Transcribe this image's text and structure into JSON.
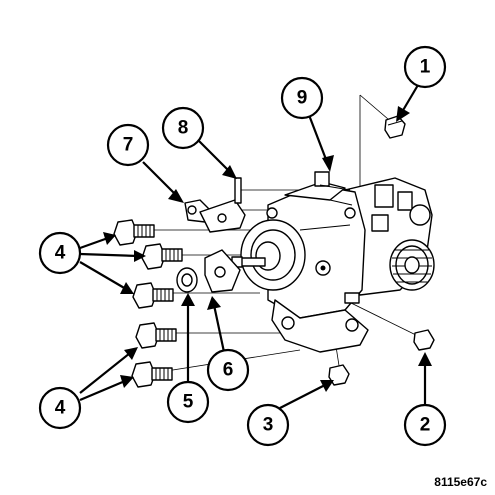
{
  "figure_code": "8115e67c",
  "callouts": [
    {
      "id": "c1",
      "label": "1"
    },
    {
      "id": "c2",
      "label": "2"
    },
    {
      "id": "c3",
      "label": "3"
    },
    {
      "id": "c4a",
      "label": "4"
    },
    {
      "id": "c4b",
      "label": "4"
    },
    {
      "id": "c5",
      "label": "5"
    },
    {
      "id": "c6",
      "label": "6"
    },
    {
      "id": "c7",
      "label": "7"
    },
    {
      "id": "c8",
      "label": "8"
    },
    {
      "id": "c9",
      "label": "9"
    }
  ]
}
